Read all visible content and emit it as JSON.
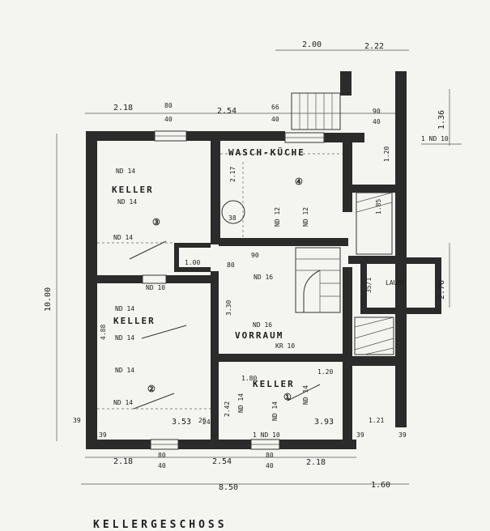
{
  "title": "KELLERGESCHOSS",
  "rooms": {
    "keller_3": {
      "label": "KELLER",
      "number": "③",
      "nd_top": "ND 14",
      "nd_mid": "ND 14",
      "nd_low": "ND 14"
    },
    "keller_2": {
      "label": "KELLER",
      "number": "②",
      "nd_top": "ND 14",
      "nd_mid": "ND 14",
      "nd_low": "ND 14",
      "nd_bot": "ND 14"
    },
    "keller_1": {
      "label": "KELLER",
      "number": "①",
      "nd_a": "ND 14",
      "nd_b": "ND 14",
      "nd_c": "ND 14"
    },
    "waschkueche": {
      "label": "WASCH-KÜCHE",
      "number": "④",
      "nd_a": "ND 12",
      "nd_b": "ND 12"
    },
    "vorraum": {
      "label": "VORRAUM",
      "nd_top": "ND 16",
      "nd_mid": "ND 16",
      "kr": "KR 10"
    },
    "laube": {
      "label": "LAUBE",
      "code": "35/1"
    }
  },
  "dimensions": {
    "top_1": "2.18",
    "top_2a": "80",
    "top_2b": "40",
    "top_3": "2.54",
    "top_4a": "66",
    "top_4b": "40",
    "top_5a": "90",
    "top_5b": "40",
    "top_right_1": "2.00",
    "top_right_2": "2.22",
    "bottom_1": "2.18",
    "bottom_2a": "80",
    "bottom_2b": "40",
    "bottom_3": "2.54",
    "bottom_4a": "80",
    "bottom_4b": "40",
    "bottom_5": "2.18",
    "overall_width": "8.50",
    "right_width": "1.60",
    "left_height": "10.00",
    "right_height": "1.36",
    "side_dim": "2.76",
    "inner_353": "3.53",
    "inner_393": "3.93",
    "inner_39a": "39",
    "inner_39b": "39",
    "inner_39c": "39",
    "inner_39d": "39",
    "inner_121": "1.21",
    "inner_26": "26",
    "inner_120a": "1.20",
    "inner_120b": "1.20",
    "inner_185": "1.85",
    "inner_100": "1.00",
    "inner_80": "80",
    "inner_90": "90",
    "inner_330": "3.30",
    "inner_242": "2.42",
    "inner_180": "1.80",
    "inner_488": "4.88",
    "inner_217": "2.17",
    "inner_38": "38",
    "inner_24": "24",
    "nd_10": "1 ND 10",
    "nd10_small": "ND 10",
    "nd10_bottom": "1 ND 10"
  }
}
